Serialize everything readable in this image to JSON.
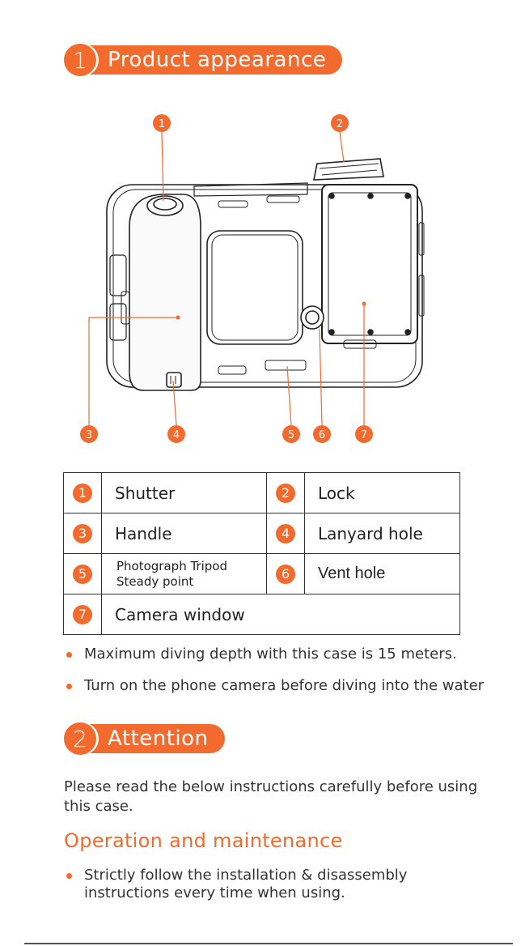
{
  "accent_color": "#f26a2e",
  "section1": {
    "number": "1",
    "title": "Product appearance"
  },
  "figure": {
    "callouts": [
      "1",
      "2",
      "3",
      "4",
      "5",
      "6",
      "7"
    ]
  },
  "parts": [
    {
      "num": "1",
      "label": "Shutter"
    },
    {
      "num": "2",
      "label": "Lock"
    },
    {
      "num": "3",
      "label": "Handle"
    },
    {
      "num": "4",
      "label": "Lanyard hole"
    },
    {
      "num": "5",
      "label_line1": "Photograph  Tripod",
      "label_line2": "Steady point"
    },
    {
      "num": "6",
      "label": "Vent hole"
    },
    {
      "num": "7",
      "label": "Camera window"
    }
  ],
  "notes": [
    "Maximum diving depth with this case is 15 meters.",
    "Turn on the phone camera before diving into the water"
  ],
  "section2": {
    "number": "2",
    "title": "Attention"
  },
  "intro": "Please read the below instructions carefully before using this case.",
  "subheading": "Operation and maintenance",
  "maintenance_items": [
    "Strictly follow the installation & disassembly instructions every time when using."
  ]
}
